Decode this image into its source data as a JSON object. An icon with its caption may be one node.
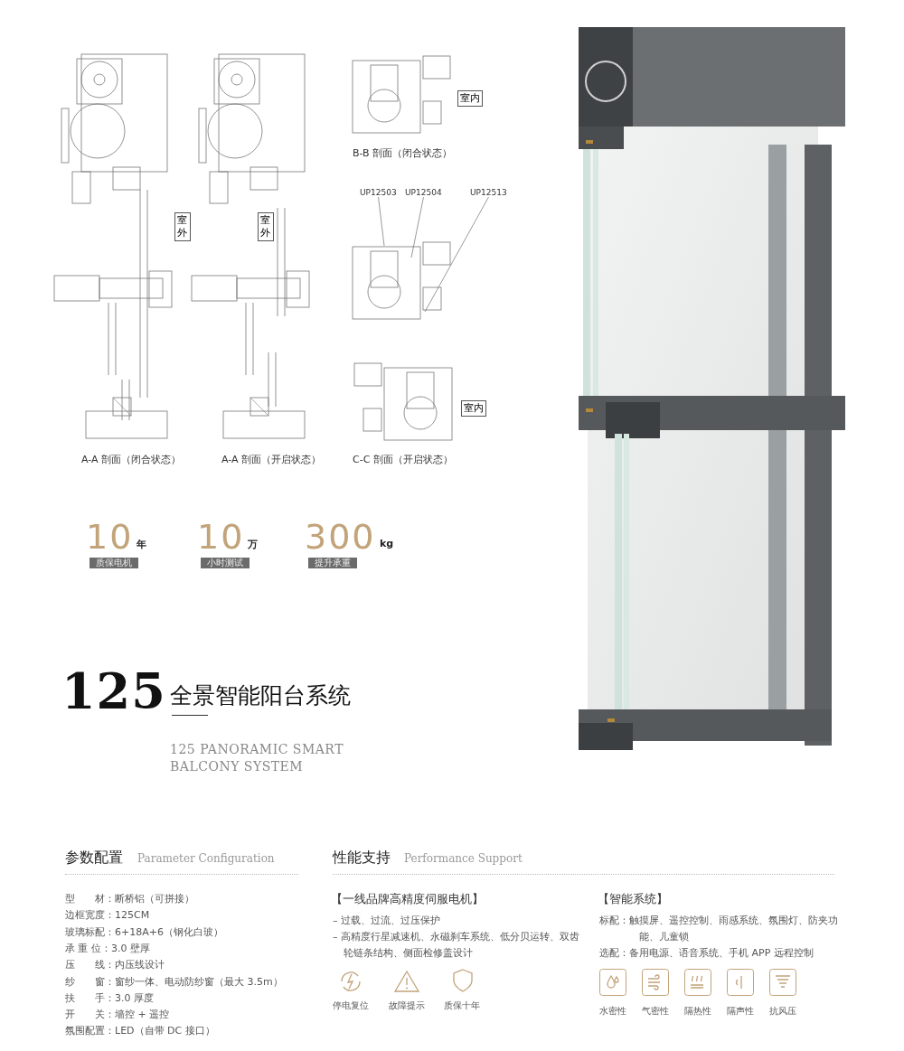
{
  "diagram": {
    "nodes": [
      {
        "text": [
          "室内"
        ]
      },
      {
        "text": [
          "UP12503"
        ]
      },
      {
        "text": [
          "UP12504"
        ]
      },
      {
        "text": [
          "UP12513"
        ]
      },
      {
        "text": [
          "室外"
        ]
      },
      {
        "text": [
          "室外"
        ]
      },
      {
        "text": [
          "室内"
        ]
      },
      {
        "text": [
          "质保电机"
        ],
        "beside": [
          "10",
          "年"
        ]
      },
      {
        "text": [
          "小时测试"
        ],
        "beside": [
          "10",
          "万"
        ]
      },
      {
        "text": [
          "提升承重"
        ],
        "beside": [
          "300",
          "kg"
        ]
      }
    ],
    "edges": [
      {
        "from": 1,
        "to": null,
        "arrow": "none"
      },
      {
        "from": 2,
        "to": null,
        "arrow": "none"
      },
      {
        "from": 3,
        "to": null,
        "arrow": "none"
      }
    ],
    "labels": [
      "B-B 剖面（闭合状态）",
      "A-A 剖面（闭合状态）",
      "A-A 剖面（开启状态）",
      "C-C 剖面（开启状态）",
      "125",
      "全景智能阳台系统",
      "125 PANORAMIC SMART BALCONY SYSTEM",
      "参数配置",
      "Parameter Configuration",
      "型　　材：断桥铝（可拼接）",
      "边框宽度：125CM",
      "玻璃标配：6+18A+6（钢化白玻）",
      "承 重 位：3.0 壁厚",
      "压　　线：内压线设计",
      "纱　　窗：窗纱一体、电动防纱窗（最大 3.5m）",
      "扶　　手：3.0 厚度",
      "开　　关：墙控 + 遥控",
      "氛围配置：LED（自带 DC 接口）",
      "性能支持",
      "Performance Support",
      "【一线品牌高精度伺服电机】",
      "– 过载、过流、过压保护",
      "– 高精度行星减速机、永磁刹车系统、低分贝运转、双齿轮链条结构、侧面检修盖设计",
      "停电复位",
      "故障提示",
      "质保十年",
      "【智能系统】",
      "标配：触摸屏、遥控控制、雨感系统、氛围灯、防夹功能、儿童锁",
      "选配：备用电源、语音系统、手机 APP 远程控制",
      "水密性",
      "气密性",
      "隔热性",
      "隔声性",
      "抗风压"
    ]
  }
}
